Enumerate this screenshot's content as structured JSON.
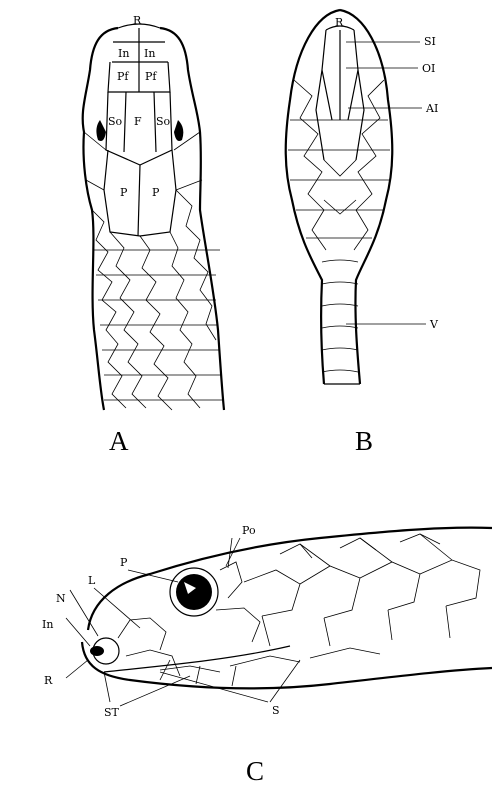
{
  "figure": {
    "panel_a": {
      "caption": "A",
      "labels": {
        "rostral": "R",
        "internasal_left": "In",
        "internasal_right": "In",
        "prefrontal_left": "Pf",
        "prefrontal_right": "Pf",
        "supraocular_left": "So",
        "frontal": "F",
        "supraocular_right": "So",
        "parietal_left": "P",
        "parietal_right": "P"
      }
    },
    "panel_b": {
      "caption": "B",
      "labels": {
        "rostral": "R",
        "supralabial": "SI",
        "anterior_infralabial": "OI",
        "anterior_inframaxillary": "AI",
        "ventral": "V"
      }
    },
    "panel_c": {
      "caption": "C",
      "labels": {
        "postocular": "Po",
        "preocular": "P",
        "loreal": "L",
        "nasal": "N",
        "internasal": "In",
        "rostral": "R",
        "supralabials": "ST",
        "sublabial": "S"
      }
    }
  }
}
